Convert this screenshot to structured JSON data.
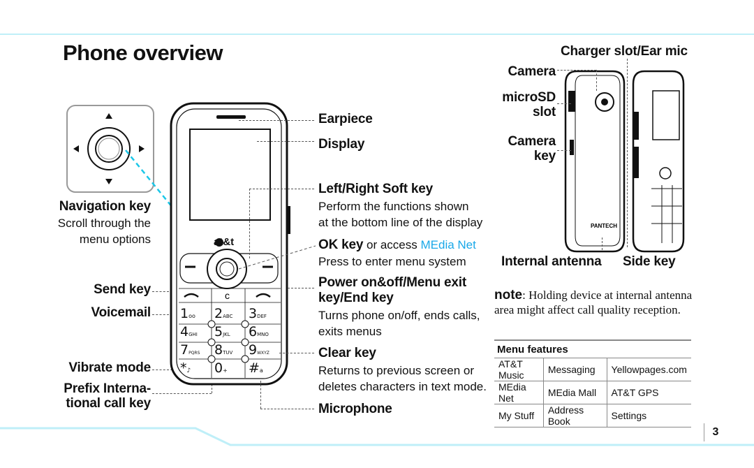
{
  "page": {
    "title": "Phone overview",
    "page_number": "3"
  },
  "left": {
    "navigation_key": {
      "label": "Navigation key",
      "desc_line1": "Scroll through the",
      "desc_line2": "menu options"
    },
    "send_key": "Send key",
    "voicemail": "Voicemail",
    "vibrate_mode": "Vibrate mode",
    "prefix_line1": "Prefix Interna-",
    "prefix_line2": "tional call key"
  },
  "middle": {
    "earpiece": "Earpiece",
    "display": "Display",
    "soft_key": {
      "label": "Left/Right Soft key",
      "desc_line1": "Perform the functions shown",
      "desc_line2": "at the bottom line of the display"
    },
    "ok_key": {
      "label": "OK key",
      "mid": " or access ",
      "link": "MEdia Net",
      "desc": "Press to enter menu system"
    },
    "power_key": {
      "label_line1": "Power on&off/Menu exit",
      "label_line2": "key/End key",
      "desc_line1": "Turns phone on/off, ends calls,",
      "desc_line2": "exits menus"
    },
    "clear_key": {
      "label": "Clear key",
      "desc_line1": "Returns to previous screen or",
      "desc_line2": "deletes characters in text mode."
    },
    "microphone": "Microphone"
  },
  "right": {
    "charger_slot": "Charger slot/Ear mic",
    "camera": "Camera",
    "microsd_line1": "microSD",
    "microsd_line2": "slot",
    "camera_key_line1": "Camera",
    "camera_key_line2": "key",
    "internal_antenna": "Internal antenna",
    "side_key": "Side key",
    "note_label": "note",
    "note_text": ": Holding device at internal antenna area might affect call quality reception."
  },
  "brand": {
    "logo": "at&t",
    "maker": "PANTECH"
  },
  "keypad": {
    "rows": [
      [
        {
          "d": "1",
          "l": "oo"
        },
        {
          "d": "2",
          "l": "ABC"
        },
        {
          "d": "3",
          "l": "DEF"
        }
      ],
      [
        {
          "d": "4",
          "l": "GHI"
        },
        {
          "d": "5",
          "l": "JKL"
        },
        {
          "d": "6",
          "l": "MNO"
        }
      ],
      [
        {
          "d": "7",
          "l": "PQRS"
        },
        {
          "d": "8",
          "l": "TUV"
        },
        {
          "d": "9",
          "l": "WXYZ"
        }
      ],
      [
        {
          "d": "*",
          "l": "♪"
        },
        {
          "d": "0",
          "l": "+"
        },
        {
          "d": "#",
          "l": "a"
        }
      ]
    ]
  },
  "menu_features": {
    "title": "Menu features",
    "rows": [
      [
        "AT&T Music",
        "Messaging",
        "Yellowpages.com"
      ],
      [
        "MEdia Net",
        "MEdia Mall",
        "AT&T GPS"
      ],
      [
        "My Stuff",
        "Address Book",
        "Settings"
      ]
    ]
  },
  "colors": {
    "accent": "#1aa8e8",
    "rule": "#bfeff8"
  }
}
